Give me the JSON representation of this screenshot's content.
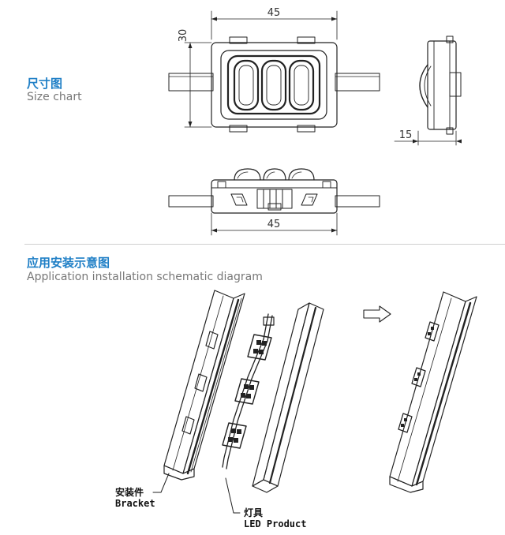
{
  "size_section": {
    "title_cn": "尺寸图",
    "title_en": "Size chart",
    "dim_width_top": "45",
    "dim_height": "30",
    "dim_depth": "15",
    "dim_width_bottom": "45"
  },
  "application_section": {
    "title_cn": "应用安装示意图",
    "title_en": "Application installation schematic diagram",
    "bracket_cn": "安装件",
    "bracket_en": "Bracket",
    "led_cn": "灯具",
    "led_en": "LED Product"
  },
  "colors": {
    "accent": "#1f7fc6",
    "subtitle": "#777777",
    "line": "#222222"
  }
}
